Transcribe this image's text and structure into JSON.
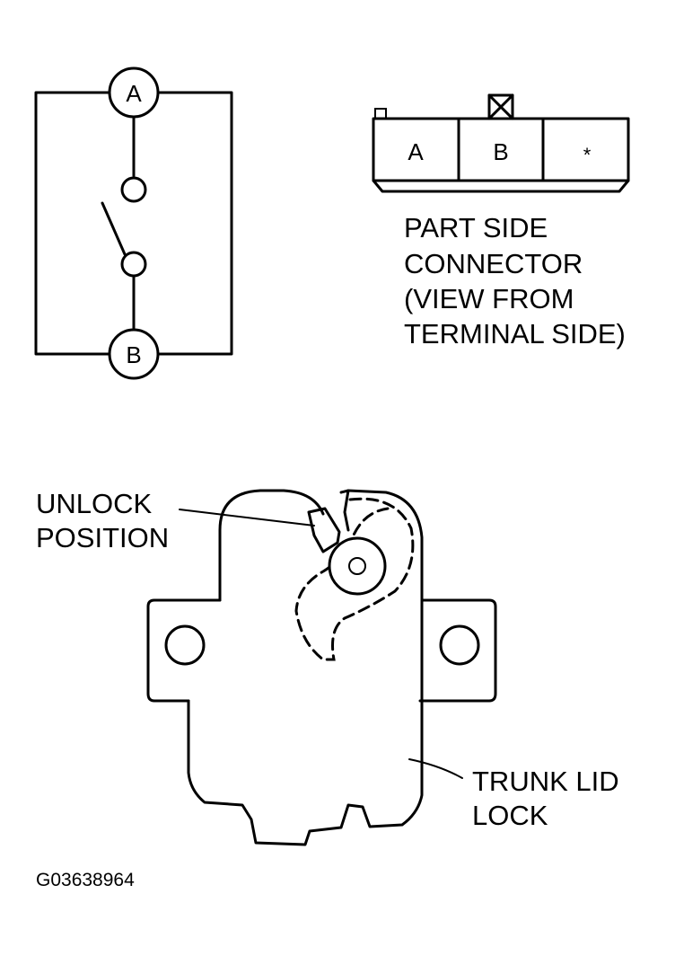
{
  "schematic": {
    "terminal_a": "A",
    "terminal_b": "B"
  },
  "connector": {
    "cells": [
      "A",
      "B",
      "*"
    ],
    "caption_lines": [
      "PART SIDE",
      "CONNECTOR",
      "(VIEW FROM",
      "TERMINAL SIDE)"
    ]
  },
  "lock": {
    "unlock_label_lines": [
      "UNLOCK",
      "POSITION"
    ],
    "trunk_label_lines": [
      "TRUNK LID",
      "LOCK"
    ]
  },
  "figure_code": "G03638964",
  "colors": {
    "ink": "#000000",
    "paper": "#ffffff"
  }
}
